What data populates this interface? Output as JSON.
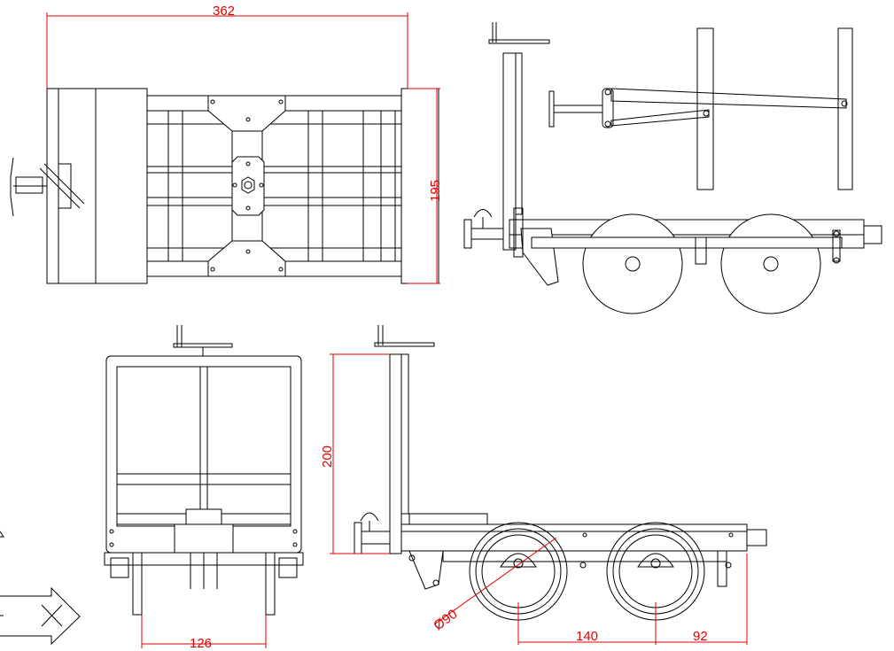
{
  "drawing": {
    "colors": {
      "line": "#000000",
      "dimension": "#e00000",
      "background": "#ffffff"
    },
    "top_view": {
      "width_dim": "362",
      "depth_dim": "195"
    },
    "front_view": {
      "track_dim": "126"
    },
    "side_view": {
      "height_dim": "200",
      "wheel_diameter_dim": "Ø90",
      "wheelbase_dim": "140",
      "overhang_dim": "92"
    }
  }
}
